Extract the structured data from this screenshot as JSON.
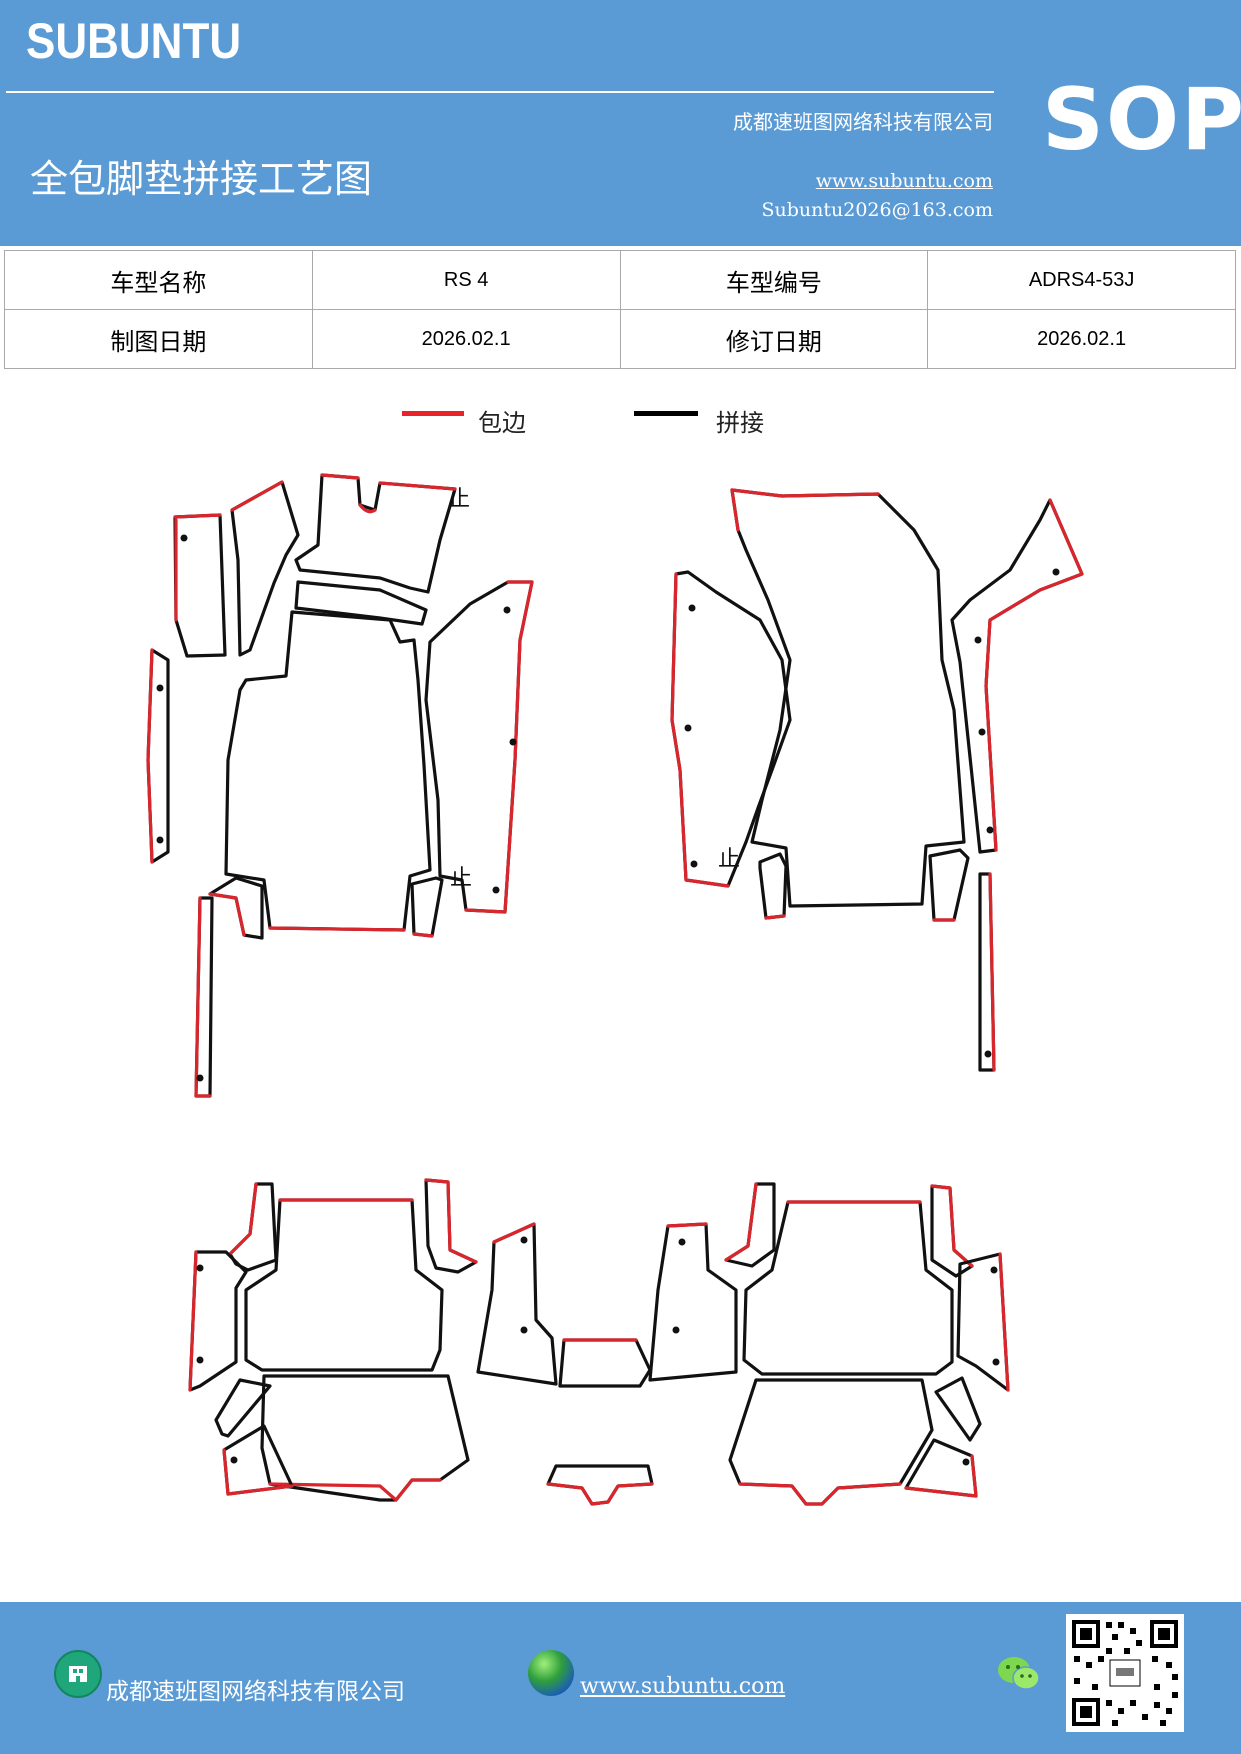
{
  "header": {
    "brand": "SUBUNTU",
    "company": "成都速班图网络科技有限公司",
    "title": "全包脚垫拼接工艺图",
    "website": "www.subuntu.com",
    "email": "Subuntu2026@163.com",
    "badge": "SOP",
    "colors": {
      "background": "#5b9bd5",
      "text": "#ffffff"
    }
  },
  "info_table": {
    "rows": [
      {
        "label1": "车型名称",
        "value1": "RS 4",
        "label2": "车型编号",
        "value2": "ADRS4-53J"
      },
      {
        "label1": "制图日期",
        "value1": "2026.02.1",
        "label2": "修订日期",
        "value2": "2026.02.1"
      }
    ]
  },
  "legend": {
    "items": [
      {
        "label": "包边",
        "color": "#e8232a"
      },
      {
        "label": "拼接",
        "color": "#000000"
      }
    ]
  },
  "diagram": {
    "stop_mark": "止",
    "colors": {
      "edge": "#d9262c",
      "seam": "#111111"
    }
  },
  "footer": {
    "company": "成都速班图网络科技有限公司",
    "website": "www.subuntu.com",
    "icons": [
      "building-icon",
      "globe-icon",
      "wechat-icon",
      "qr-code"
    ]
  }
}
